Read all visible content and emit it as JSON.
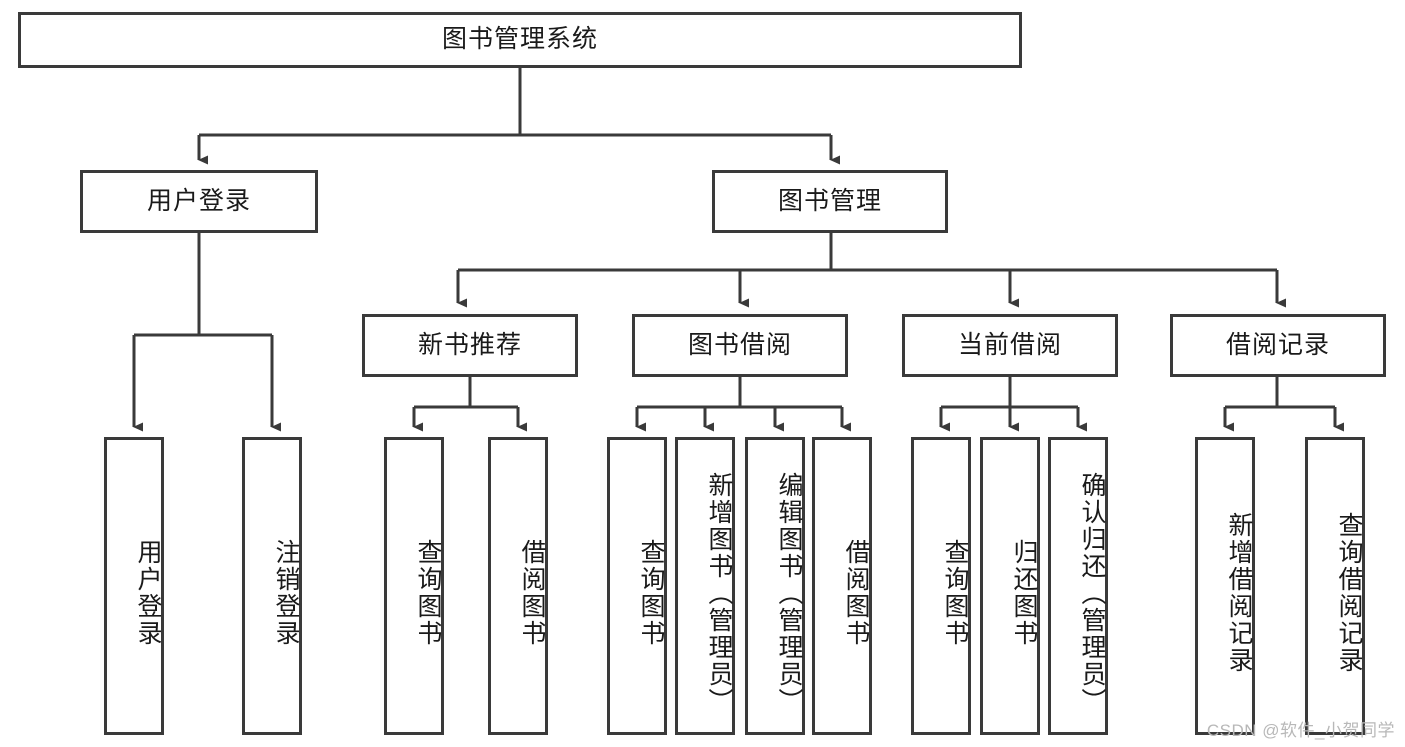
{
  "diagram": {
    "type": "tree",
    "title": "图书管理系统",
    "root": {
      "label": "图书管理系统"
    },
    "level1": [
      {
        "label": "用户登录"
      },
      {
        "label": "图书管理"
      }
    ],
    "level2": [
      {
        "label": "新书推荐"
      },
      {
        "label": "图书借阅"
      },
      {
        "label": "当前借阅"
      },
      {
        "label": "借阅记录"
      }
    ],
    "leaves": {
      "user_login": [
        {
          "label": "用户登录"
        },
        {
          "label": "注销登录"
        }
      ],
      "new_book_recommend": [
        {
          "label": "查询图书"
        },
        {
          "label": "借阅图书"
        }
      ],
      "book_borrow": [
        {
          "label": "查询图书"
        },
        {
          "label": "新增图书（管理员）"
        },
        {
          "label": "编辑图书（管理员）"
        },
        {
          "label": "借阅图书"
        }
      ],
      "current_borrow": [
        {
          "label": "查询图书"
        },
        {
          "label": "归还图书"
        },
        {
          "label": "确认归还（管理员）"
        }
      ],
      "borrow_record": [
        {
          "label": "新增借阅记录"
        },
        {
          "label": "查询借阅记录"
        }
      ]
    }
  },
  "watermark": {
    "text": "CSDN @软件_小贺同学"
  },
  "colors": {
    "box_border": "#3a3a3a",
    "line": "#3a3a3a",
    "text": "#1a1a1a",
    "background": "#ffffff",
    "watermark": "#b8b8b8"
  }
}
